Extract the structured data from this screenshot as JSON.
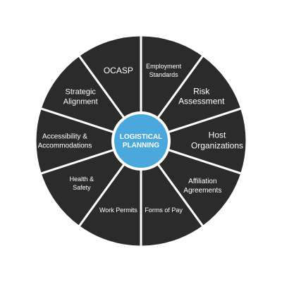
{
  "diagram": {
    "center": {
      "lines": [
        "LOGISTICAL",
        "PLANNING"
      ]
    },
    "segments": [
      {
        "lines": [
          "Employment",
          "Standards"
        ]
      },
      {
        "lines": [
          "Risk",
          "Assessment"
        ]
      },
      {
        "lines": [
          "Host",
          "Organizations"
        ]
      },
      {
        "lines": [
          "Affiliation",
          "Agreements"
        ]
      },
      {
        "lines": [
          "Forms of Pay"
        ]
      },
      {
        "lines": [
          "Work Permits"
        ]
      },
      {
        "lines": [
          "Health &",
          "Safety"
        ]
      },
      {
        "lines": [
          "Accessibility &",
          "Accommodations"
        ]
      },
      {
        "lines": [
          "Strategic",
          "Alignment"
        ]
      },
      {
        "lines": [
          "OCASP"
        ]
      }
    ],
    "colors": {
      "segment_fill": "#2b2b2b",
      "divider": "#ffffff",
      "hub_fill": "#4aa8dd",
      "text": "#ffffff"
    }
  }
}
